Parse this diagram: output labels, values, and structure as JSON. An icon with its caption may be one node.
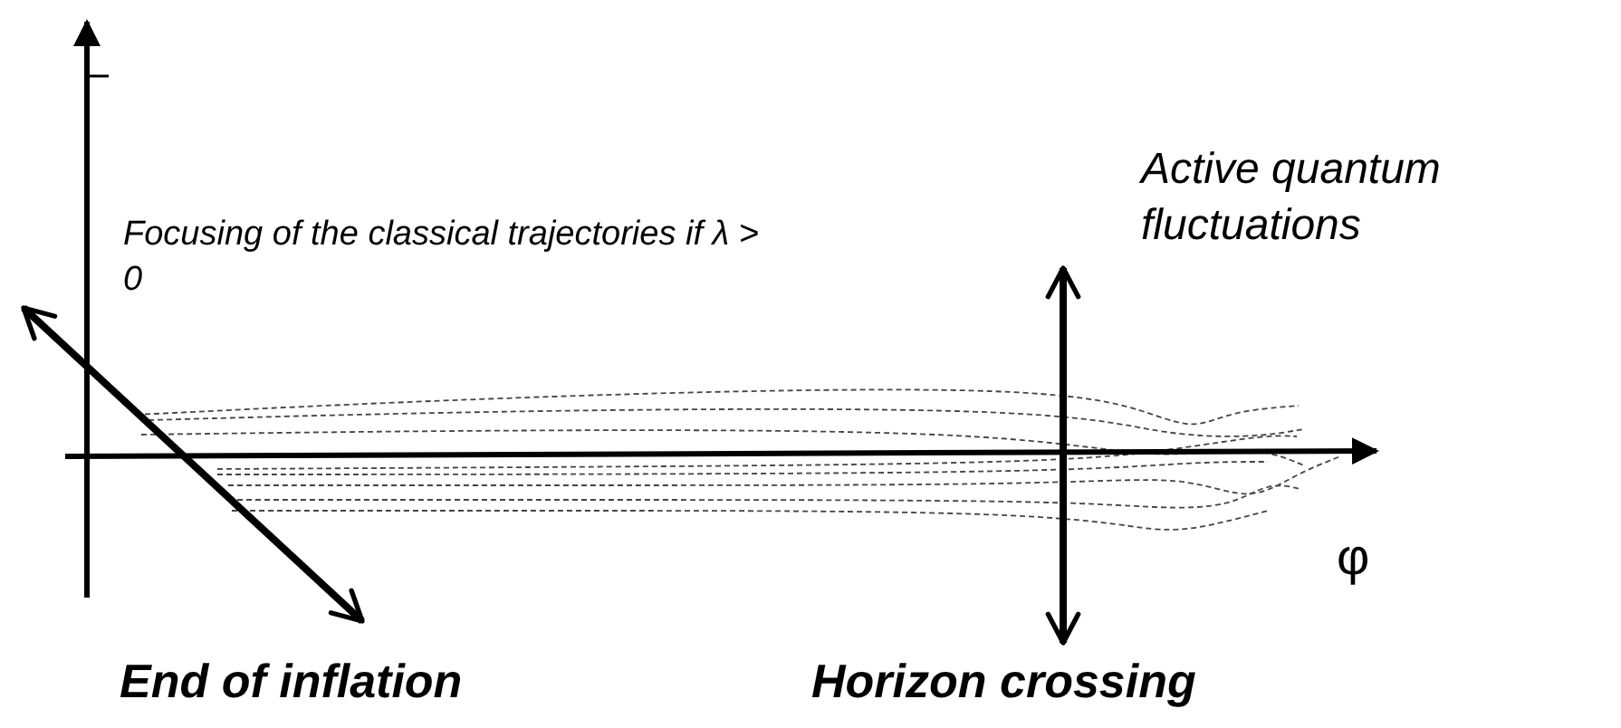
{
  "diagram": {
    "labels": [
      "Focusing of the classical trajectories if λ > 0",
      "Active quantum fluctuations",
      "φ",
      "End of inflation",
      "Horizon crossing"
    ]
  }
}
